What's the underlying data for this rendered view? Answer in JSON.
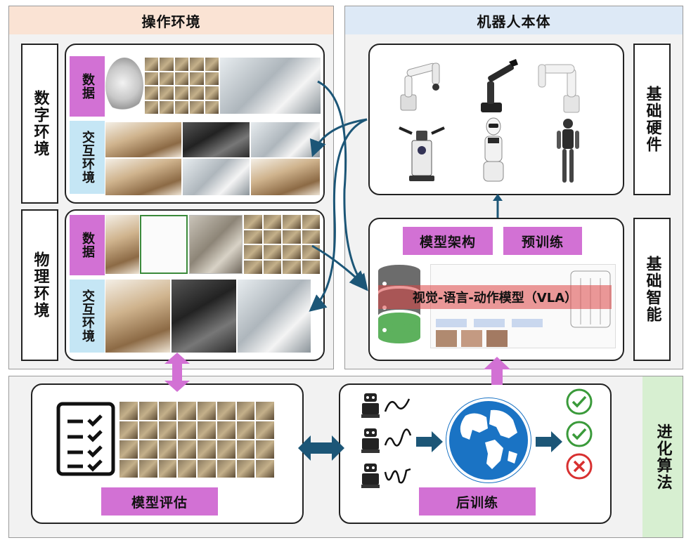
{
  "left_section": {
    "title": "操作环境",
    "digital_env": {
      "label": "数字环境",
      "data_tag": "数据",
      "interactive_tag": "交互环境"
    },
    "physical_env": {
      "label": "物理环境",
      "data_tag": "数据",
      "interactive_tag": "交互环境"
    }
  },
  "right_section": {
    "title": "机器人本体",
    "hardware": {
      "label": "基础硬件"
    },
    "intelligence": {
      "label": "基础智能",
      "btn_arch": "模型架构",
      "btn_pretrain": "预训练",
      "vla_label": "视觉-语言-动作模型（VLA）"
    }
  },
  "bottom_section": {
    "label": "进化算法",
    "eval_button": "模型评估",
    "post_train_button": "后训练"
  },
  "colors": {
    "pink": "#d271d4",
    "light_blue": "#c5e6f5",
    "orange_header": "#fae3d4",
    "blue_header": "#dde9f6",
    "green_label": "#d7efd1",
    "arrow_blue": "#1c5677",
    "check_green": "#3a9a3a",
    "cross_red": "#d83030"
  }
}
